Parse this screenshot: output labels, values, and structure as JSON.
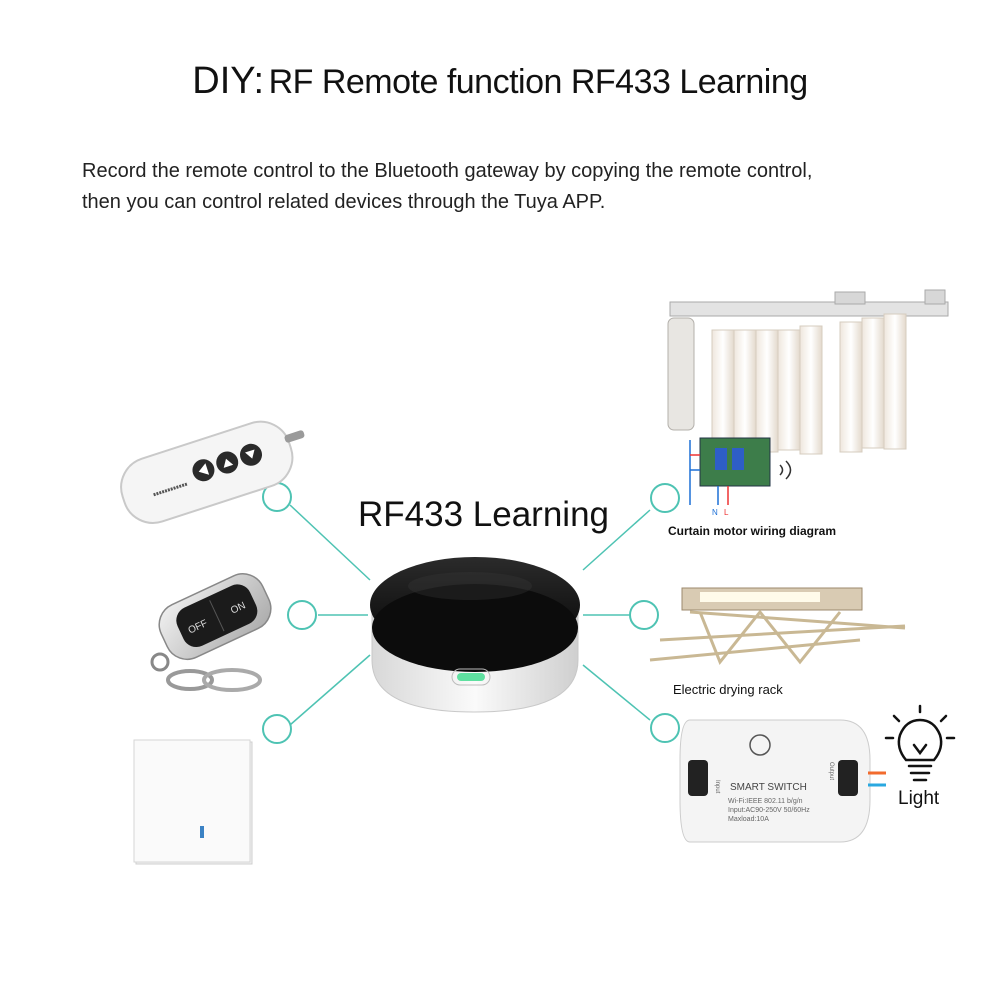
{
  "title": {
    "lead": "DIY:",
    "rest": "RF Remote function RF433 Learning"
  },
  "description": [
    "Record the remote control to the Bluetooth gateway by copying the remote control,",
    "then you can control related devices through the Tuya APP."
  ],
  "center_label": "RF433 Learning",
  "outputs": {
    "curtain_caption": "Curtain motor wiring diagram",
    "rack_caption": "Electric drying rack",
    "light_caption": "Light"
  },
  "remote_keyfob_labels": {
    "on": "ON",
    "off": "OFF"
  },
  "smart_switch": {
    "brand": "SMART SWITCH",
    "line1": "Wi-Fi:IEEE 802.11 b/g/n",
    "line2": "Input:AC90-250V 50/60Hz",
    "line3": "Maxload:10A",
    "input_label": "Input",
    "output_label": "Output"
  },
  "wire_labels": {
    "n": "N",
    "l": "L"
  },
  "colors": {
    "connector": "#4ec3b3",
    "gateway_top": "#141414",
    "gateway_base": "#e8e8e8",
    "led": "#5fe0a0"
  }
}
